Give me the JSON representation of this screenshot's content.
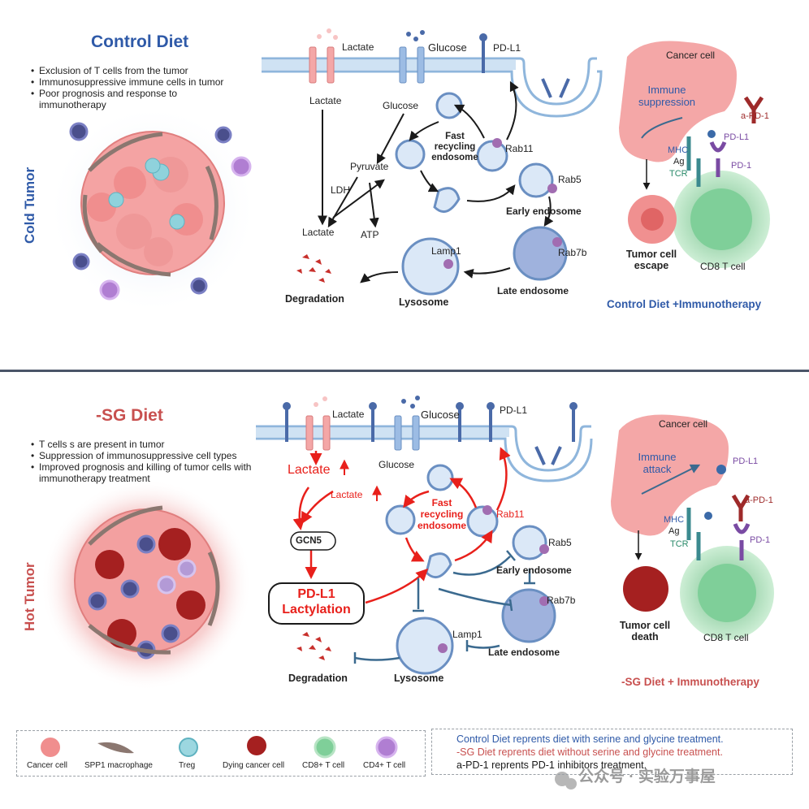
{
  "top": {
    "title": "Control Diet",
    "side_label": "Cold Tumor",
    "bullets": [
      "Exclusion of  T cells from the tumor",
      "Immunosuppressive immune cells in tumor",
      "Poor prognosis and response to immunotherapy"
    ],
    "labels": {
      "lactate_transporter": "Lactate",
      "glucose_transporter": "Glucose",
      "pdl1": "PD-L1",
      "lactate_in": "Lactate",
      "glucose_in": "Glucose",
      "pyruvate": "Pyruvate",
      "ldh": "LDH",
      "lactate_low": "Lactate",
      "atp": "ATP",
      "degradation": "Degradation",
      "fast_recycling": "Fast recycling endosome",
      "rab11": "Rab11",
      "rab5": "Rab5",
      "early_endosome": "Early endosome",
      "rab7b": "Rab7b",
      "late_endosome": "Late endosome",
      "lamp1": "Lamp1",
      "lysosome": "Lysosome"
    },
    "right": {
      "cancer_cell": "Cancer cell",
      "immune": "Immune suppression",
      "apd1": "a-PD-1",
      "pdl1": "PD-L1",
      "mhc": "MHC",
      "ag": "Ag",
      "tcr": "TCR",
      "pd1": "PD-1",
      "escape": "Tumor cell escape",
      "cd8": "CD8 T cell",
      "caption": "Control Diet +Immunotherapy"
    }
  },
  "bottom": {
    "title": "-SG Diet",
    "side_label": "Hot Tumor",
    "bullets": [
      "T cells s are present in tumor",
      "Suppression of immunosuppressive cell types",
      "Improved prognosis and killing of tumor cells with immunotherapy treatment"
    ],
    "labels": {
      "lactate_transporter": "Lactate",
      "glucose_transporter": "Glucose",
      "pdl1": "PD-L1",
      "lactate_big": "Lactate",
      "glucose_in": "Glucose",
      "lactate_small": "Lactate",
      "gcn5": "GCN5",
      "pdl1_lact": "PD-L1 Lactylation",
      "degradation": "Degradation",
      "fast_recycling": "Fast recycling endosome",
      "rab11": "Rab11",
      "rab5": "Rab5",
      "early_endosome": "Early endosome",
      "rab7b": "Rab7b",
      "late_endosome": "Late endosome",
      "lamp1": "Lamp1",
      "lysosome": "Lysosome"
    },
    "right": {
      "cancer_cell": "Cancer cell",
      "immune": "Immune attack",
      "pdl1": "PD-L1",
      "apd1": "a-PD-1",
      "mhc": "MHC",
      "ag": "Ag",
      "tcr": "TCR",
      "pd1": "PD-1",
      "death": "Tumor cell death",
      "cd8": "CD8 T cell",
      "caption": "-SG Diet + Immunotherapy"
    }
  },
  "legend": {
    "items": [
      "Cancer cell",
      "SPP1 macrophage",
      "Treg",
      "Dying cancer cell",
      "CD8+ T cell",
      "CD4+ T cell"
    ]
  },
  "notes": [
    "Control Diet reprents diet with serine and glycine treatment.",
    "-SG Diet reprents diet without serine and glycine treatment.",
    "a-PD-1 reprents PD-1 inhibitors treatment."
  ],
  "watermark": "公众号 · 实验万事屋",
  "colors": {
    "blue_title": "#2f5aa8",
    "red_title": "#c8504f",
    "red_arrow": "#e8201b",
    "blue_arrow": "#3b6a8f",
    "membrane": "#9fc3e4",
    "cancer_pink": "#f3a7a7",
    "cd8_green": "#a9dbb7",
    "cd4_purple": "#c7a0de"
  }
}
